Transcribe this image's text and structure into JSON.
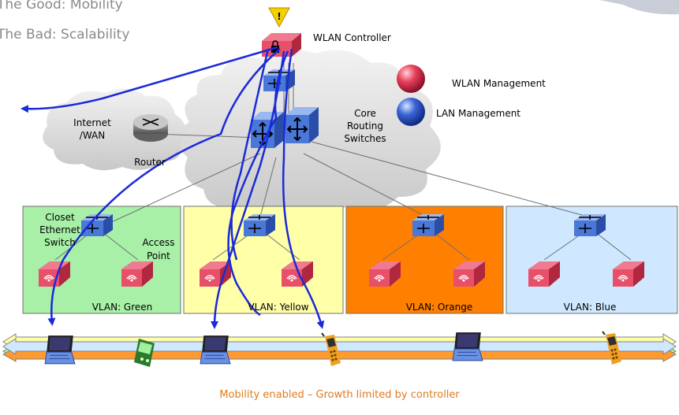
{
  "headings": [
    "The Good: Mobility",
    "The Bad: Scalability"
  ],
  "labels": {
    "wlan_controller": "WLAN Controller",
    "wlan_management": "WLAN Management",
    "lan_management": "LAN Management",
    "core_line1": "Core",
    "core_line2": "Routing",
    "core_line3": "Switches",
    "internet_line1": "Internet",
    "internet_line2": "/WAN",
    "router": "Router",
    "closet_line1": "Closet",
    "closet_line2": "Ethernet",
    "closet_line3": "Switch",
    "ap_line1": "Access",
    "ap_line2": "Point"
  },
  "vlans": [
    {
      "label": "VLAN: Green",
      "color": "#a8f0a8"
    },
    {
      "label": "VLAN: Yellow",
      "color": "#ffffa8"
    },
    {
      "label": "VLAN: Orange",
      "color": "#ff7f00"
    },
    {
      "label": "VLAN: Blue",
      "color": "#cfe8ff"
    }
  ],
  "caption": "Mobility enabled – Growth limited by controller",
  "colors": {
    "path": "#1a2ad8",
    "ap": "#e8506a",
    "switch": "#4a78d8",
    "warning": "#f5d000"
  }
}
